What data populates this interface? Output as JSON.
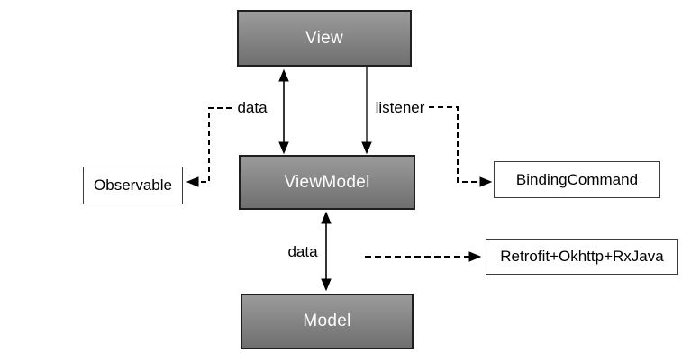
{
  "diagram": {
    "nodes": {
      "view": {
        "label": "View",
        "kind": "gradient-box"
      },
      "viewmodel": {
        "label": "ViewModel",
        "kind": "gradient-box"
      },
      "model": {
        "label": "Model",
        "kind": "gradient-box"
      },
      "observable": {
        "label": "Observable",
        "kind": "plain-box"
      },
      "binding_command": {
        "label": "BindingCommand",
        "kind": "plain-box"
      },
      "retrofit_stack": {
        "label": "Retrofit+Okhttp+RxJava",
        "kind": "plain-box"
      }
    },
    "edges": [
      {
        "id": "view-viewmodel-data",
        "from": "view",
        "to": "viewmodel",
        "label": "data",
        "style": "solid",
        "direction": "both"
      },
      {
        "id": "view-viewmodel-listener",
        "from": "view",
        "to": "viewmodel",
        "label": "listener",
        "style": "solid",
        "direction": "down"
      },
      {
        "id": "viewmodel-model-data",
        "from": "viewmodel",
        "to": "model",
        "label": "data",
        "style": "solid",
        "direction": "both"
      },
      {
        "id": "data-to-observable",
        "from": "data",
        "to": "observable",
        "label": "",
        "style": "dashed",
        "direction": "left"
      },
      {
        "id": "listener-to-bindingcommand",
        "from": "listener",
        "to": "binding_command",
        "label": "",
        "style": "dashed",
        "direction": "right"
      },
      {
        "id": "viewmodel-to-retrofit",
        "from": "viewmodel",
        "to": "retrofit_stack",
        "label": "",
        "style": "dashed",
        "direction": "right"
      }
    ],
    "colors": {
      "background": "#ffffff",
      "node_fill_top": "#9b9b9b",
      "node_fill_bottom": "#6f6f6f",
      "node_border": "#1f1f1f",
      "node_text": "#fdfdfd",
      "box_fill": "#ffffff",
      "box_border": "#3c3c3c",
      "box_text": "#000000",
      "label_text": "#000000",
      "arrow": "#000000"
    }
  }
}
